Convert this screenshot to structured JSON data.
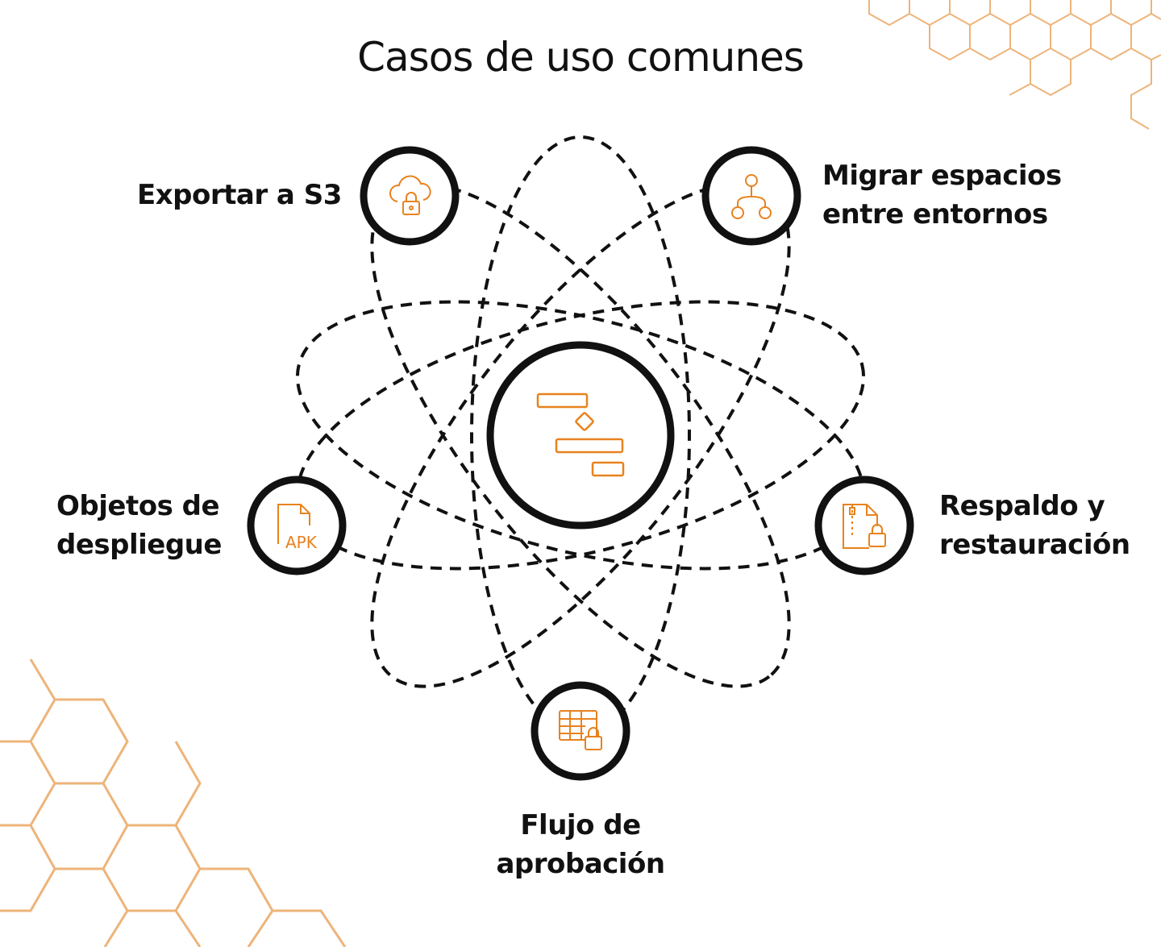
{
  "title": "Casos de uso comunes",
  "colors": {
    "accent": "#E8821E",
    "hex": "#EDB47A",
    "stroke": "#111111"
  },
  "center": {
    "icon": "gantt-chart-icon"
  },
  "use_cases": [
    {
      "lines": [
        "Exportar a S3"
      ],
      "icon": "cloud-lock-icon"
    },
    {
      "lines": [
        "Migrar espacios",
        "entre entornos"
      ],
      "icon": "hierarchy-icon"
    },
    {
      "lines": [
        "Objetos de",
        "despliegue"
      ],
      "icon": "apk-file-icon"
    },
    {
      "lines": [
        "Respaldo y",
        "restauración"
      ],
      "icon": "zip-file-lock-icon"
    },
    {
      "lines": [
        "Flujo de",
        "aprobación"
      ],
      "icon": "table-lock-icon"
    }
  ]
}
